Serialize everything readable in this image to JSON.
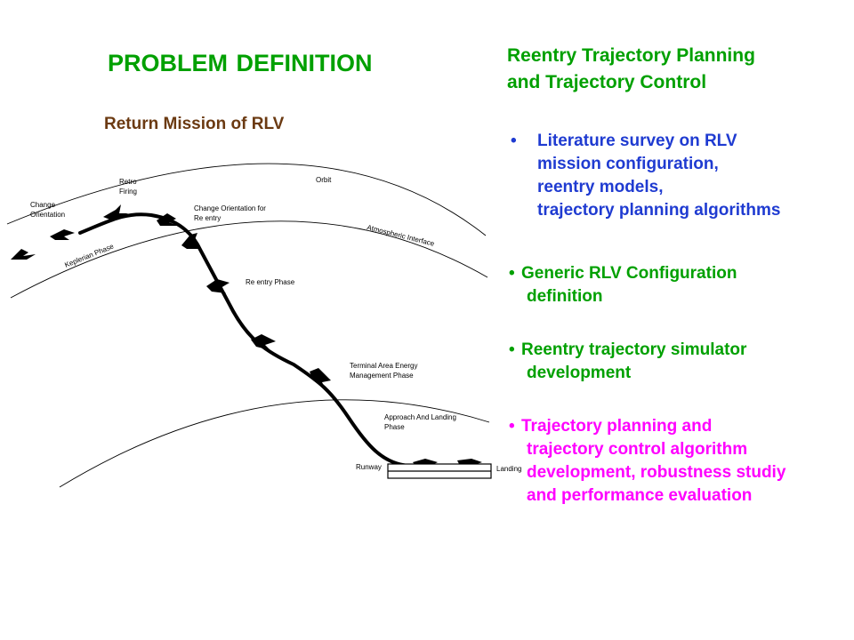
{
  "title": "PROBLEM DEFINITION",
  "subtitle": "Return Mission of RLV",
  "diagram": {
    "labels": {
      "change_orientation": [
        "Change",
        "Orientation"
      ],
      "retro_firing": [
        "Retro",
        "Firing"
      ],
      "orbit": "Orbit",
      "change_orientation_reentry": [
        "Change Orientation for",
        "Re entry"
      ],
      "atmospheric_interface": "Atmospheric Interface",
      "keplerian_phase": "Keplerian Phase",
      "reentry_phase": "Re entry Phase",
      "taem_phase": [
        "Terminal Area Energy",
        "Management Phase"
      ],
      "approach_landing_phase": [
        "Approach And Landing",
        "Phase"
      ],
      "runway": "Runway",
      "landing": "Landing"
    }
  },
  "right": {
    "heading": [
      "Reentry Trajectory Planning",
      "and Trajectory Control"
    ],
    "items": [
      {
        "bullet": "•",
        "lines": [
          "Literature survey on RLV",
          "mission  configuration,",
          "reentry models,",
          "trajectory planning algorithms"
        ]
      },
      {
        "bullet": "•",
        "lines": [
          "Generic RLV Configuration",
          "definition"
        ]
      },
      {
        "bullet": "•",
        "lines": [
          "Reentry trajectory simulator",
          "development"
        ]
      },
      {
        "bullet": "•",
        "lines": [
          "Trajectory planning and",
          "trajectory control algorithm",
          "development, robustness studiy",
          "and performance evaluation"
        ]
      }
    ]
  },
  "colors": {
    "green": "#00a000",
    "blue": "#1f3bd1",
    "magenta": "#ff00ff",
    "brown": "#6b3a12"
  }
}
